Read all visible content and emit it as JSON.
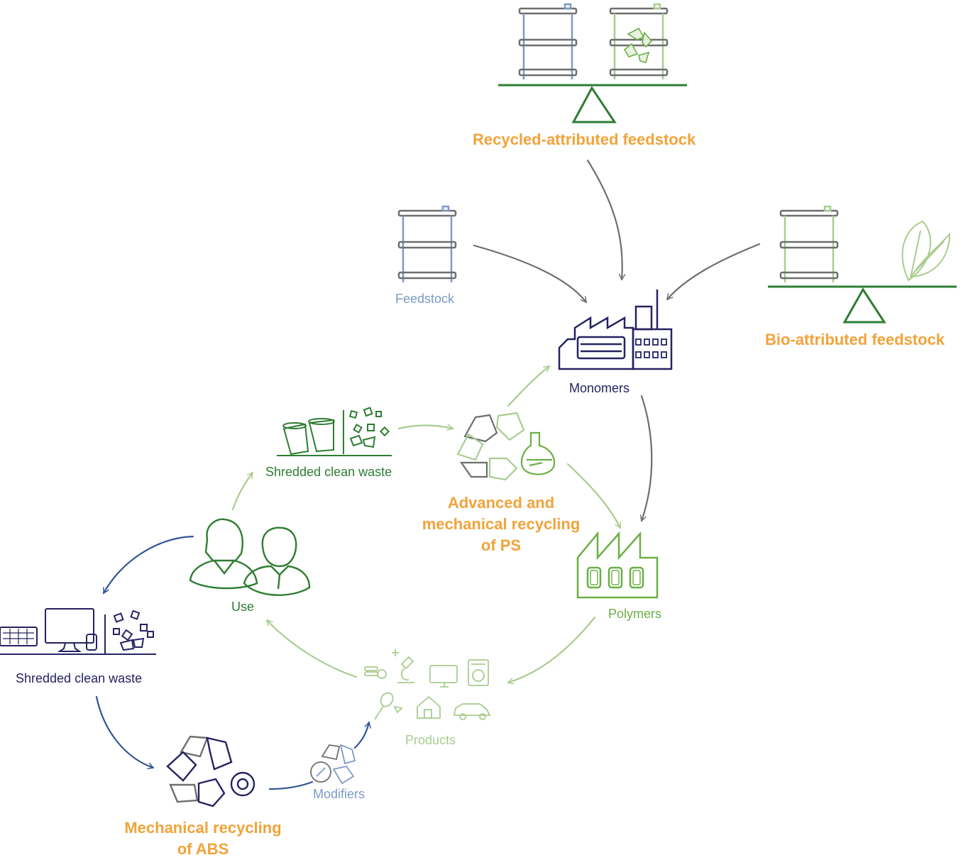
{
  "titles": {
    "recycled_attributed": "Recycled-attributed feedstock",
    "bio_attributed": "Bio-attributed feedstock",
    "advanced_recycling_l1": "Advanced and",
    "advanced_recycling_l2": "mechanical recycling",
    "advanced_recycling_l3": "of PS",
    "mechanical_abs_l1": "Mechanical recycling",
    "mechanical_abs_l2": "of ABS"
  },
  "labels": {
    "feedstock": "Feedstock",
    "monomers": "Monomers",
    "polymers": "Polymers",
    "products": "Products",
    "use": "Use",
    "shredded_ps": "Shredded clean waste",
    "shredded_abs": "Shredded clean waste",
    "modifiers": "Modifiers"
  },
  "colors": {
    "orange": "#F2A33A",
    "dark_green": "#2E7D32",
    "mid_green": "#6AAF45",
    "light_green": "#A9CC8F",
    "navy": "#262262",
    "blue": "#2F5597",
    "steel_blue": "#7D9AC6",
    "gray": "#6E6E6E"
  }
}
